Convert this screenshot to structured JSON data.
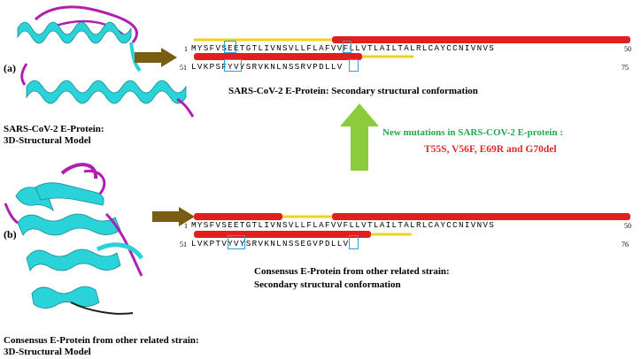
{
  "panel_a": {
    "letter": "(a)",
    "model_label_line1": "SARS-CoV-2  E-Protein:",
    "model_label_line2": "3D-Structural Model",
    "seq_row1": "MYSFVSEETGTLIVNSVLLFLAFVVFLLVTLAILTALRLCAYCCNIVNVS",
    "seq_row2": "LVKPSFYVYSRVKNLNSSRVPDLLV",
    "row1_start": "1",
    "row1_end": "50",
    "row2_start": "51",
    "row2_end": "75",
    "caption": "SARS-CoV-2  E-Protein: Secondary structural conformation"
  },
  "panel_b": {
    "letter": "(b)",
    "model_label_line1": "Consensus E-Protein from other related strain:",
    "model_label_line2": "3D-Structural Model",
    "seq_row1": "MYSFVSEETGTLIVNSVLLFLAFVVFLLVTLAILTALRLCAYCCNIVNVS",
    "seq_row2": "LVKPTVYVYSRVKNLNSSEGVPDLLV",
    "row1_start": "1",
    "row1_end": "50",
    "row2_start": "51",
    "row2_end": "76",
    "caption_line1": "Consensus E-Protein from other related strain:",
    "caption_line2": "Secondary structural conformation"
  },
  "mutations": {
    "title": "New mutations in SARS-COV-2 E-protein :",
    "list": "T55S, V56F, E69R and G70del"
  },
  "colors": {
    "helix": "#29d3d9",
    "loop": "#b020b0",
    "arrow_brown": "#7a5c12",
    "arrow_green": "#8ccc3c",
    "coil_line": "#f2d21c",
    "helix_ss": "#e02020",
    "highlight_box": "#29a3d9"
  }
}
